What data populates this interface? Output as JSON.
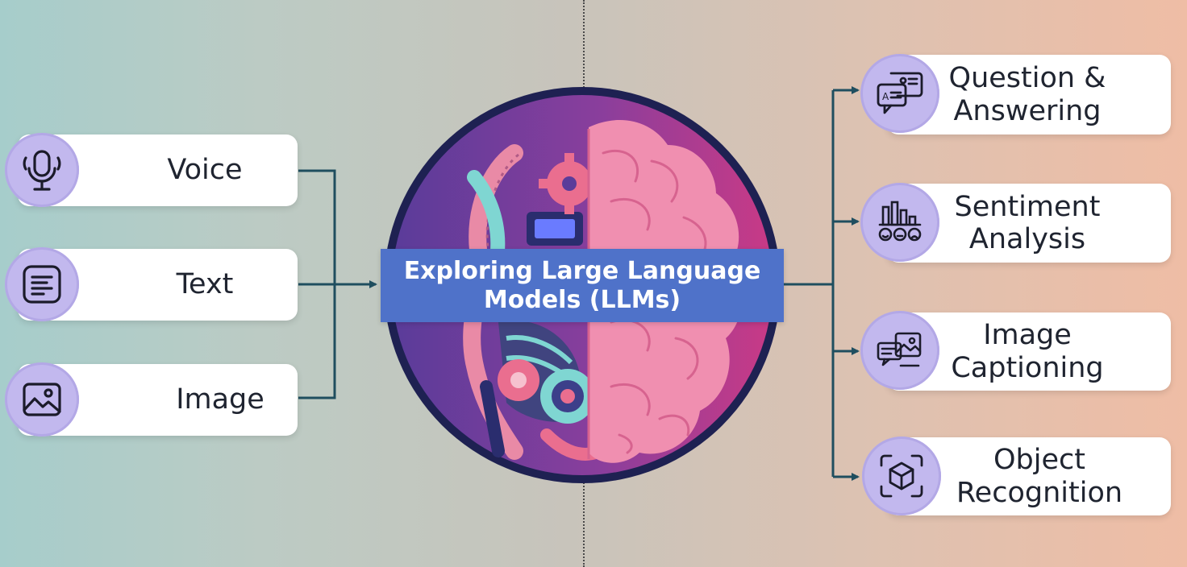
{
  "title": {
    "line1": "Exploring Large Language",
    "line2": "Models (LLMs)"
  },
  "inputs": [
    {
      "label": "Voice",
      "icon": "microphone-icon"
    },
    {
      "label": "Text",
      "icon": "text-document-icon"
    },
    {
      "label": "Image",
      "icon": "image-icon"
    }
  ],
  "outputs": [
    {
      "line1": "Question &",
      "line2": "Answering",
      "icon": "chat-bubbles-icon"
    },
    {
      "line1": "Sentiment",
      "line2": "Analysis",
      "icon": "bar-chart-faces-icon"
    },
    {
      "line1": "Image",
      "line2": "Captioning",
      "icon": "image-caption-icon"
    },
    {
      "line1": "Object",
      "line2": "Recognition",
      "icon": "cube-scan-icon"
    }
  ],
  "colors": {
    "connector": "#1f4e5f",
    "badge": "#c2b8ee",
    "title_band": "#4f72c9",
    "circle_left": "#5a3c9a",
    "circle_right": "#c93a86",
    "brain": "#f08fb0"
  }
}
